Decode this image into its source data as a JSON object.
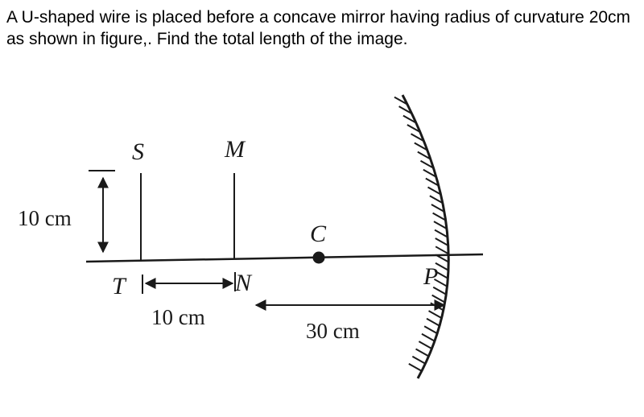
{
  "question": {
    "text": "A U-shaped wire is placed before a concave mirror having radius of curvature 20cm as shown in figure,. Find the total length of the image."
  },
  "figure": {
    "labels": {
      "S": "S",
      "M": "M",
      "C": "C",
      "T": "T",
      "N": "N",
      "P": "P"
    },
    "measurements": {
      "wire_height": "10 cm",
      "TN_distance": "10 cm",
      "NP_distance": "30 cm"
    }
  }
}
